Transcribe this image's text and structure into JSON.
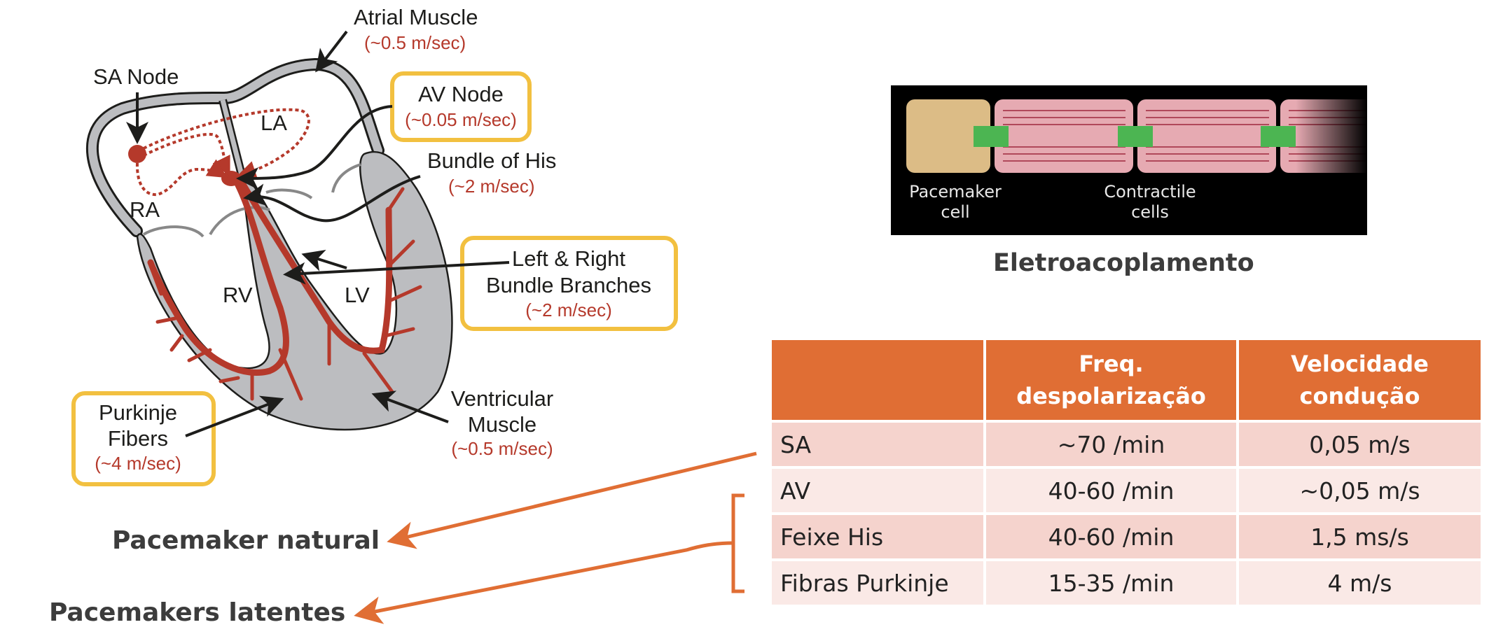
{
  "heart_diagram": {
    "labels": {
      "sa_node": "SA Node",
      "la": "LA",
      "ra": "RA",
      "rv": "RV",
      "lv": "LV",
      "atrial_muscle": {
        "name": "Atrial Muscle",
        "speed": "(~0.5 m/sec)"
      },
      "av_node": {
        "name": "AV Node",
        "speed": "(~0.05 m/sec)"
      },
      "bundle_of_his": {
        "name": "Bundle of His",
        "speed": "(~2 m/sec)"
      },
      "bundle_branches": {
        "name_line1": "Left & Right",
        "name_line2": "Bundle Branches",
        "speed": "(~2 m/sec)"
      },
      "purkinje": {
        "name_line1": "Purkinje",
        "name_line2": "Fibers",
        "speed": "(~4 m/sec)"
      },
      "ventricular_muscle": {
        "name_line1": "Ventricular",
        "name_line2": "Muscle",
        "speed": "(~0.5 m/sec)"
      }
    },
    "colors": {
      "tissue": "#bcbdc0",
      "conduction": "#b5392b",
      "highlight_box": "#f2c040",
      "outline": "#1d1d1b"
    }
  },
  "cell_image": {
    "pacemaker_label_line1": "Pacemaker",
    "pacemaker_label_line2": "cell",
    "contractile_label_line1": "Contractile",
    "contractile_label_line2": "cells",
    "caption": "Eletroacoplamento",
    "colors": {
      "pacemaker_cell": "#dcbc86",
      "contractile_cell": "#e6aab2",
      "gap_junction": "#4cb552"
    }
  },
  "annotations": {
    "natural": "Pacemaker natural",
    "latent": "Pacemakers latentes",
    "arrow_color": "#e06e34"
  },
  "table": {
    "headers": [
      "",
      "Freq.\ndespolarização",
      "Velocidade\ncondução"
    ],
    "header_lines": {
      "col1_line1": "Freq.",
      "col1_line2": "despolarização",
      "col2_line1": "Velocidade",
      "col2_line2": "condução"
    },
    "rows": [
      {
        "structure": "SA",
        "frequency": "~70 /min",
        "velocity": "0,05 m/s"
      },
      {
        "structure": "AV",
        "frequency": "40-60 /min",
        "velocity": "~0,05 m/s"
      },
      {
        "structure": "Feixe His",
        "frequency": "40-60 /min",
        "velocity": "1,5 ms/s"
      },
      {
        "structure": "Fibras Purkinje",
        "frequency": "15-35 /min",
        "velocity": "4 m/s"
      }
    ],
    "colors": {
      "header": "#e06e34",
      "row_dark": "#f5d3cd",
      "row_light": "#fae9e6"
    }
  }
}
